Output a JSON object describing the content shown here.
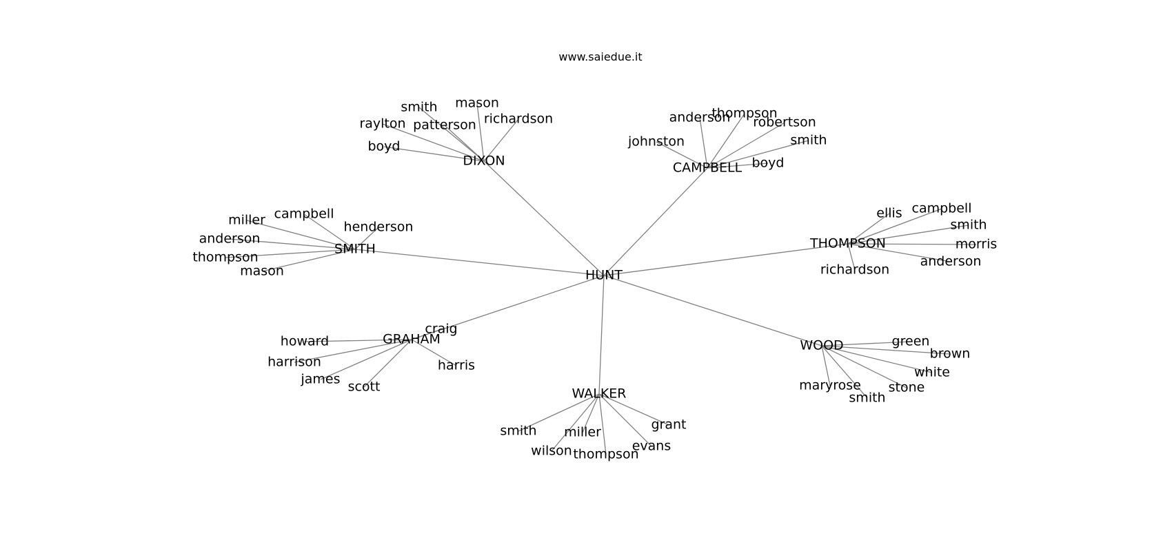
{
  "title": "www.saiedue.it",
  "colors": {
    "edge": "#808080",
    "text": "#000000",
    "background": "#ffffff"
  },
  "root": "HUNT",
  "groups": [
    {
      "name": "DIXON",
      "children": [
        "smith",
        "mason",
        "raylton",
        "patterson",
        "richardson",
        "boyd"
      ]
    },
    {
      "name": "CAMPBELL",
      "children": [
        "anderson",
        "thompson",
        "robertson",
        "johnston",
        "smith",
        "boyd"
      ]
    },
    {
      "name": "SMITH",
      "children": [
        "campbell",
        "miller",
        "henderson",
        "anderson",
        "thompson",
        "mason"
      ]
    },
    {
      "name": "THOMPSON",
      "children": [
        "ellis",
        "campbell",
        "smith",
        "morris",
        "anderson",
        "richardson"
      ]
    },
    {
      "name": "GRAHAM",
      "children": [
        "craig",
        "howard",
        "harrison",
        "james",
        "scott",
        "harris"
      ]
    },
    {
      "name": "WOOD",
      "children": [
        "green",
        "brown",
        "white",
        "stone",
        "smith",
        "maryrose"
      ]
    },
    {
      "name": "WALKER",
      "children": [
        "smith",
        "miller",
        "wilson",
        "thompson",
        "evans",
        "grant"
      ]
    }
  ]
}
